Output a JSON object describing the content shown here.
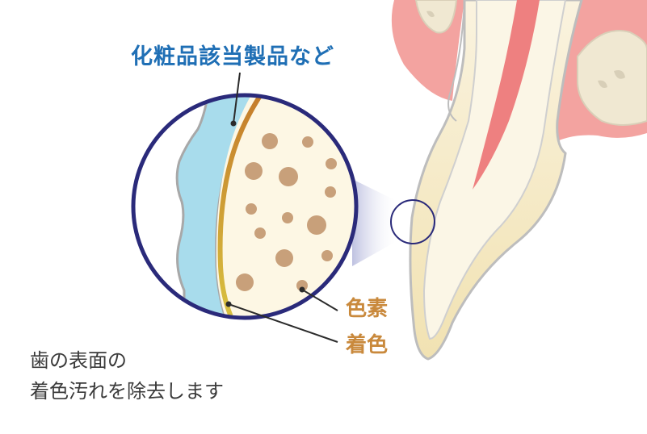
{
  "labels": {
    "product": "化粧品該当製品など",
    "pigment": "色素",
    "stain": "着色"
  },
  "caption": {
    "line1": "歯の表面の",
    "line2": "着色汚れを除去します"
  },
  "colors": {
    "product_text": "#1f6fb5",
    "annotation_text": "#c9893c",
    "caption_text": "#3a3a3a",
    "circle_outline": "#2a2a7a",
    "gum": "#f3a3a0",
    "root_canal": "#ee8080",
    "enamel": "#fdf7e4",
    "coating": "#a8dcec",
    "pigment_dot": "#c8a07a"
  }
}
